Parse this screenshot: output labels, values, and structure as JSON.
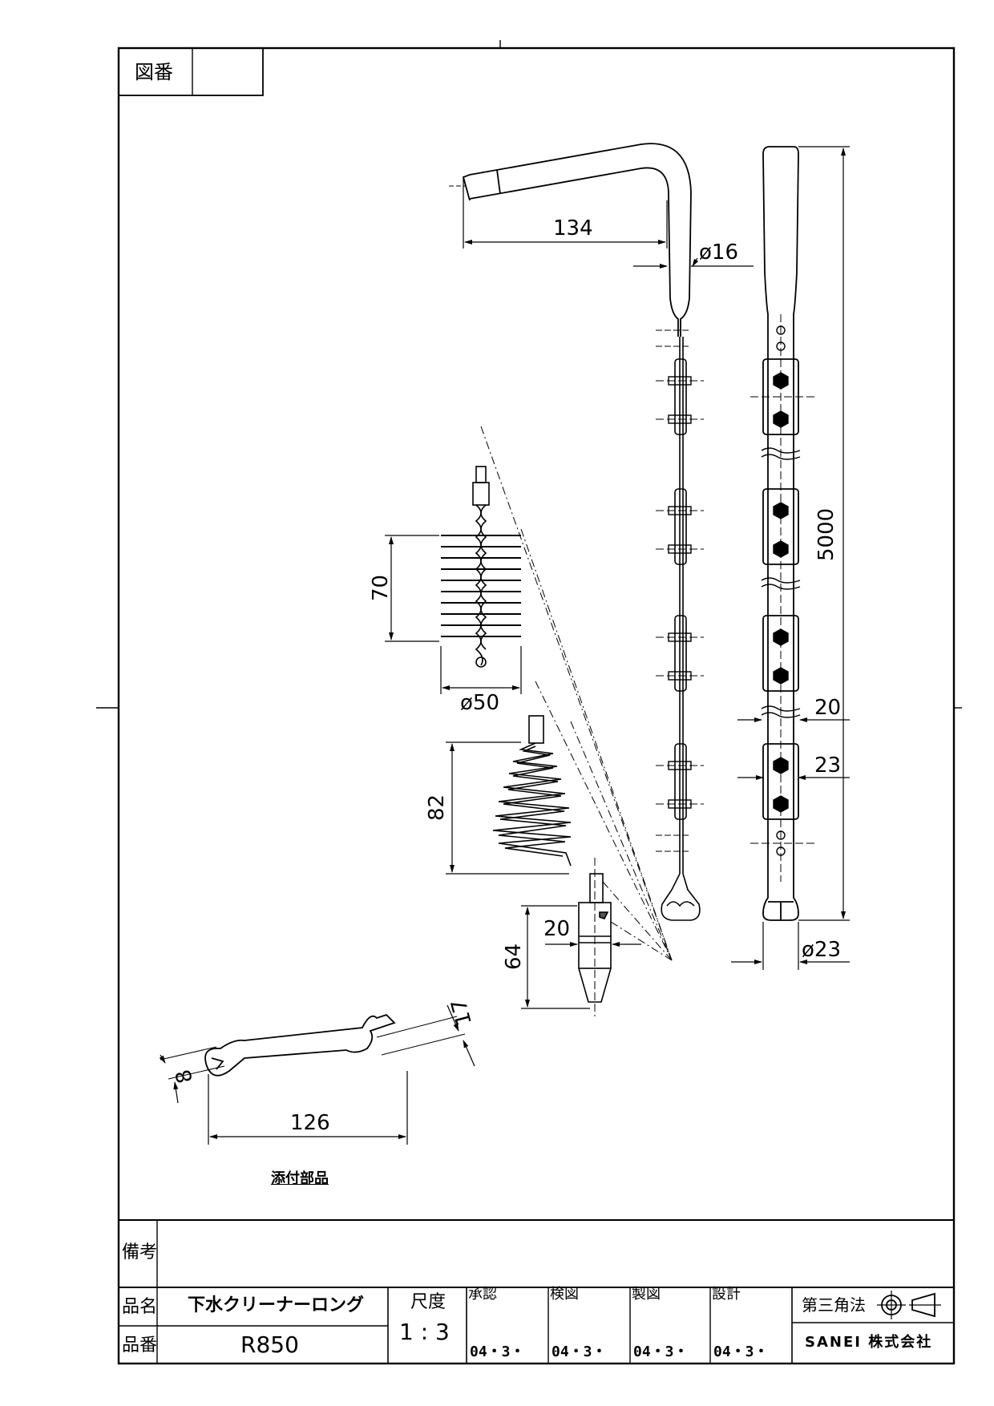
{
  "drawing_number_label": "図番",
  "drawing_number_value": "",
  "dimensions": {
    "handle_length": "134",
    "handle_diameter": "ø16",
    "rod_length": "5000",
    "rod_width_20": "20",
    "rod_width_23": "23",
    "rod_diameter": "ø23",
    "brush_height": "70",
    "brush_diameter": "ø50",
    "spring_height": "82",
    "cone_width": "20",
    "cone_height": "64",
    "wrench_length": "126",
    "wrench_jaw_17": "17",
    "wrench_jaw_8": "8"
  },
  "accessories_label": "添付部品",
  "title_block": {
    "remarks_label": "備考",
    "remarks_value": "",
    "name_label": "品名",
    "name_value": "下水クリーナーロング",
    "number_label": "品番",
    "number_value": "R850",
    "scale_label": "尺度",
    "scale_value": "1 : 3",
    "approve_label": "承認",
    "approve_date": "04・3・",
    "check_label": "検図",
    "check_date": "04・3・",
    "draft_label": "製図",
    "draft_date": "04・3・",
    "design_label": "設計",
    "design_date": "04・3・",
    "projection_label": "第三角法",
    "company": "SANEI 株式会社"
  }
}
